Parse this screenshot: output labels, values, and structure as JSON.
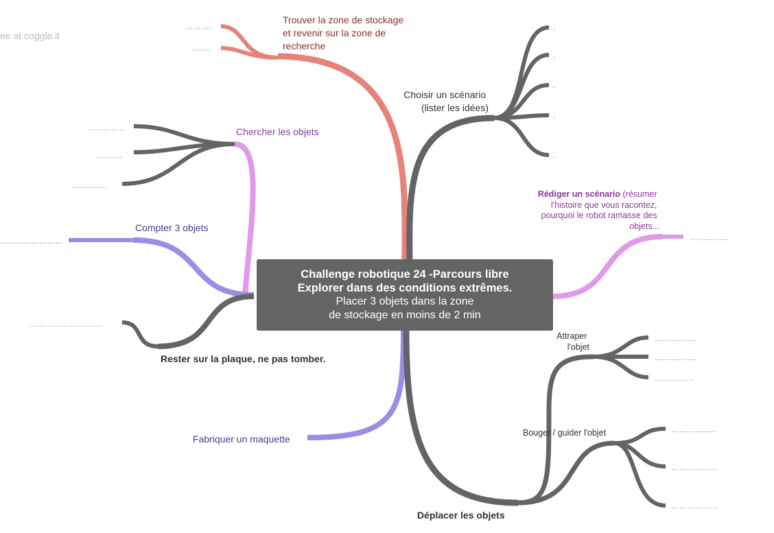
{
  "watermark": "ee at coggle.it",
  "colors": {
    "red": "#e5827a",
    "pink": "#e09ae8",
    "purple": "#9b8ce6",
    "gray": "#646464"
  },
  "center": {
    "line1": "Challenge robotique 24 -Parcours libre",
    "line2": "Explorer dans des conditions extrêmes.",
    "line3": "Placer 3 objets dans la zone",
    "line4": "de stockage en moins de 2 min"
  },
  "branches": {
    "trouver": {
      "lines": [
        "Trouver la zone de stockage",
        "et revenir sur la zone de",
        "recherche"
      ],
      "children": [
        "……….",
        "……."
      ]
    },
    "choisir": {
      "lines": [
        "Choisir un scénario",
        "(lister les idées)"
      ],
      "children": [
        ".",
        ".",
        ".",
        ".",
        "."
      ]
    },
    "chercher": {
      "label": "Chercher les objets",
      "children": [
        "…………..",
        "……….",
        "…………."
      ]
    },
    "compter": {
      "label": "Compter 3 objets",
      "children": [
        "……………………"
      ]
    },
    "rester": {
      "label": "Rester sur la plaque, ne pas tomber.",
      "children": [
        "………………………."
      ]
    },
    "rediger": {
      "bold": "Rédiger un scénario",
      "lines": [
        "(résumer",
        "l'histoire que vous racontez,",
        "pourquoi le robot ramasse des",
        "objets..."
      ],
      "children": [
        "…………..."
      ]
    },
    "fabriquer": {
      "label": "Fabriquer un maquette"
    },
    "deplacer": {
      "label": "Déplacer les objets",
      "attraper": {
        "lines": [
          "Attraper",
          "l'objet"
        ],
        "children": [
          "…………….",
          "…………….",
          "…………..."
        ]
      },
      "bouger": {
        "label": "Bouger / guider l'objet",
        "children": [
          "……………..",
          "………………",
          "………………"
        ]
      }
    }
  }
}
